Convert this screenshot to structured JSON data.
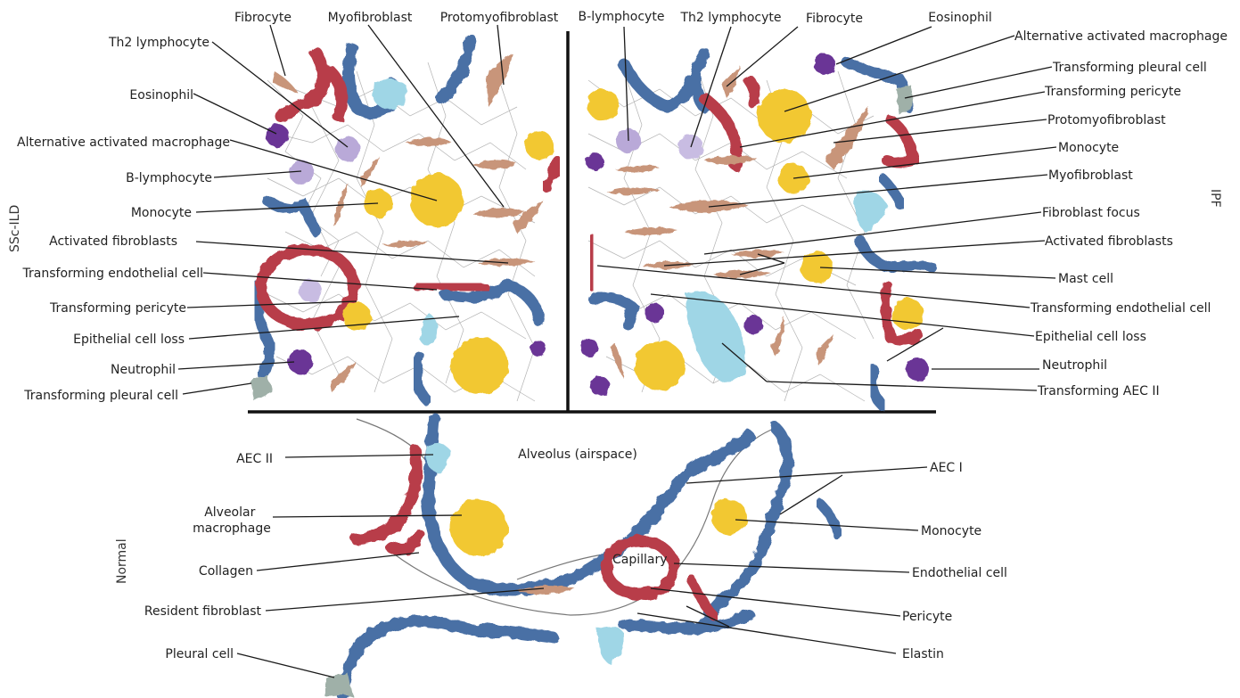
{
  "panels": {
    "ssc_ild": "SSc-ILD",
    "ipf": "IPF",
    "normal": "Normal"
  },
  "ssc_labels": {
    "top": [
      "Fibrocyte",
      "Myofibroblast",
      "Protomyofibroblast"
    ],
    "left": [
      "Th2 lymphocyte",
      "Eosinophil",
      "Alternative activated macrophage",
      "B-lymphocyte",
      "Monocyte",
      "Activated fibroblasts",
      "Transforming endothelial cell",
      "Transforming pericyte",
      "Epithelial cell loss",
      "Neutrophil",
      "Transforming pleural cell"
    ]
  },
  "ipf_labels": {
    "top": [
      "B-lymphocyte",
      "Th2 lymphocyte",
      "Fibrocyte",
      "Eosinophil"
    ],
    "right": [
      "Alternative activated macrophage",
      "Transforming pleural cell",
      "Transforming pericyte",
      "Protomyofibroblast",
      "Monocyte",
      "Myofibroblast",
      "Fibroblast focus",
      "Activated fibroblasts",
      "Mast cell",
      "Transforming endothelial cell",
      "Epithelial cell loss",
      "Neutrophil",
      "Transforming AEC II"
    ]
  },
  "normal_labels": {
    "airspace": "Alveolus (airspace)",
    "capillary": "Capillary",
    "left": [
      "AEC II",
      "Alveolar macrophage",
      "Collagen",
      "Resident fibroblast",
      "Pleural cell"
    ],
    "right": [
      "AEC I",
      "Monocyte",
      "Endothelial cell",
      "Pericyte",
      "Elastin"
    ]
  },
  "colors": {
    "epithelium_blue": "#4a6fa5",
    "endothelium_red": "#b83c4a",
    "macrophage_yellow": "#f2c832",
    "fibroblast_brown": "#c8957a",
    "lymphocyte_lilac": "#b9a9d8",
    "eosinophil_purple": "#6a3596",
    "aec2_cyan": "#9fd6e6",
    "pleural_gray": "#9fb0a8"
  }
}
